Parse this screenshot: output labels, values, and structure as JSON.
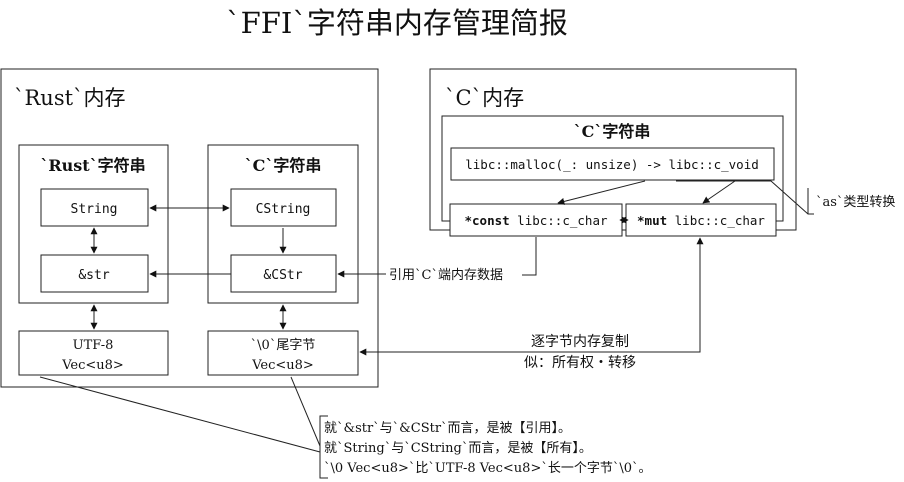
{
  "title": "`FFI`字符串内存管理简报",
  "rust_memory": {
    "label": "`Rust`内存",
    "rust_strings": {
      "label": "`Rust`字符串",
      "string": "String",
      "str": "&str"
    },
    "c_strings": {
      "label": "`C`字符串",
      "cstring": "CString",
      "cstr": "&CStr"
    },
    "utf8_box": {
      "line1": "UTF-8",
      "line2": "Vec<u8>"
    },
    "nul_box": {
      "line1": "`\\0`尾字节",
      "line2": "Vec<u8>"
    }
  },
  "c_memory": {
    "label": "`C`内存",
    "c_strings_label": "`C`字符串",
    "malloc": "libc::malloc(_: unsize) -> libc::c_void",
    "const_ptr": {
      "keyword": "*const",
      "type": " libc::c_char"
    },
    "mut_ptr": {
      "keyword": "*mut",
      "type": " libc::c_char"
    }
  },
  "labels": {
    "as_cast": "`as`类型转换",
    "ref_c_data": "引用`C`端内存数据",
    "copy_line1": "逐字节内存复制",
    "copy_line2": "似：所有权・转移"
  },
  "note": {
    "line1": "就`&str`与`&CStr`而言，是被【引用】。",
    "line2": "就`String`与`CString`而言，是被【所有】。",
    "line3": "`\\0 Vec<u8>`比`UTF-8 Vec<u8>`长一个字节`\\0`。"
  }
}
